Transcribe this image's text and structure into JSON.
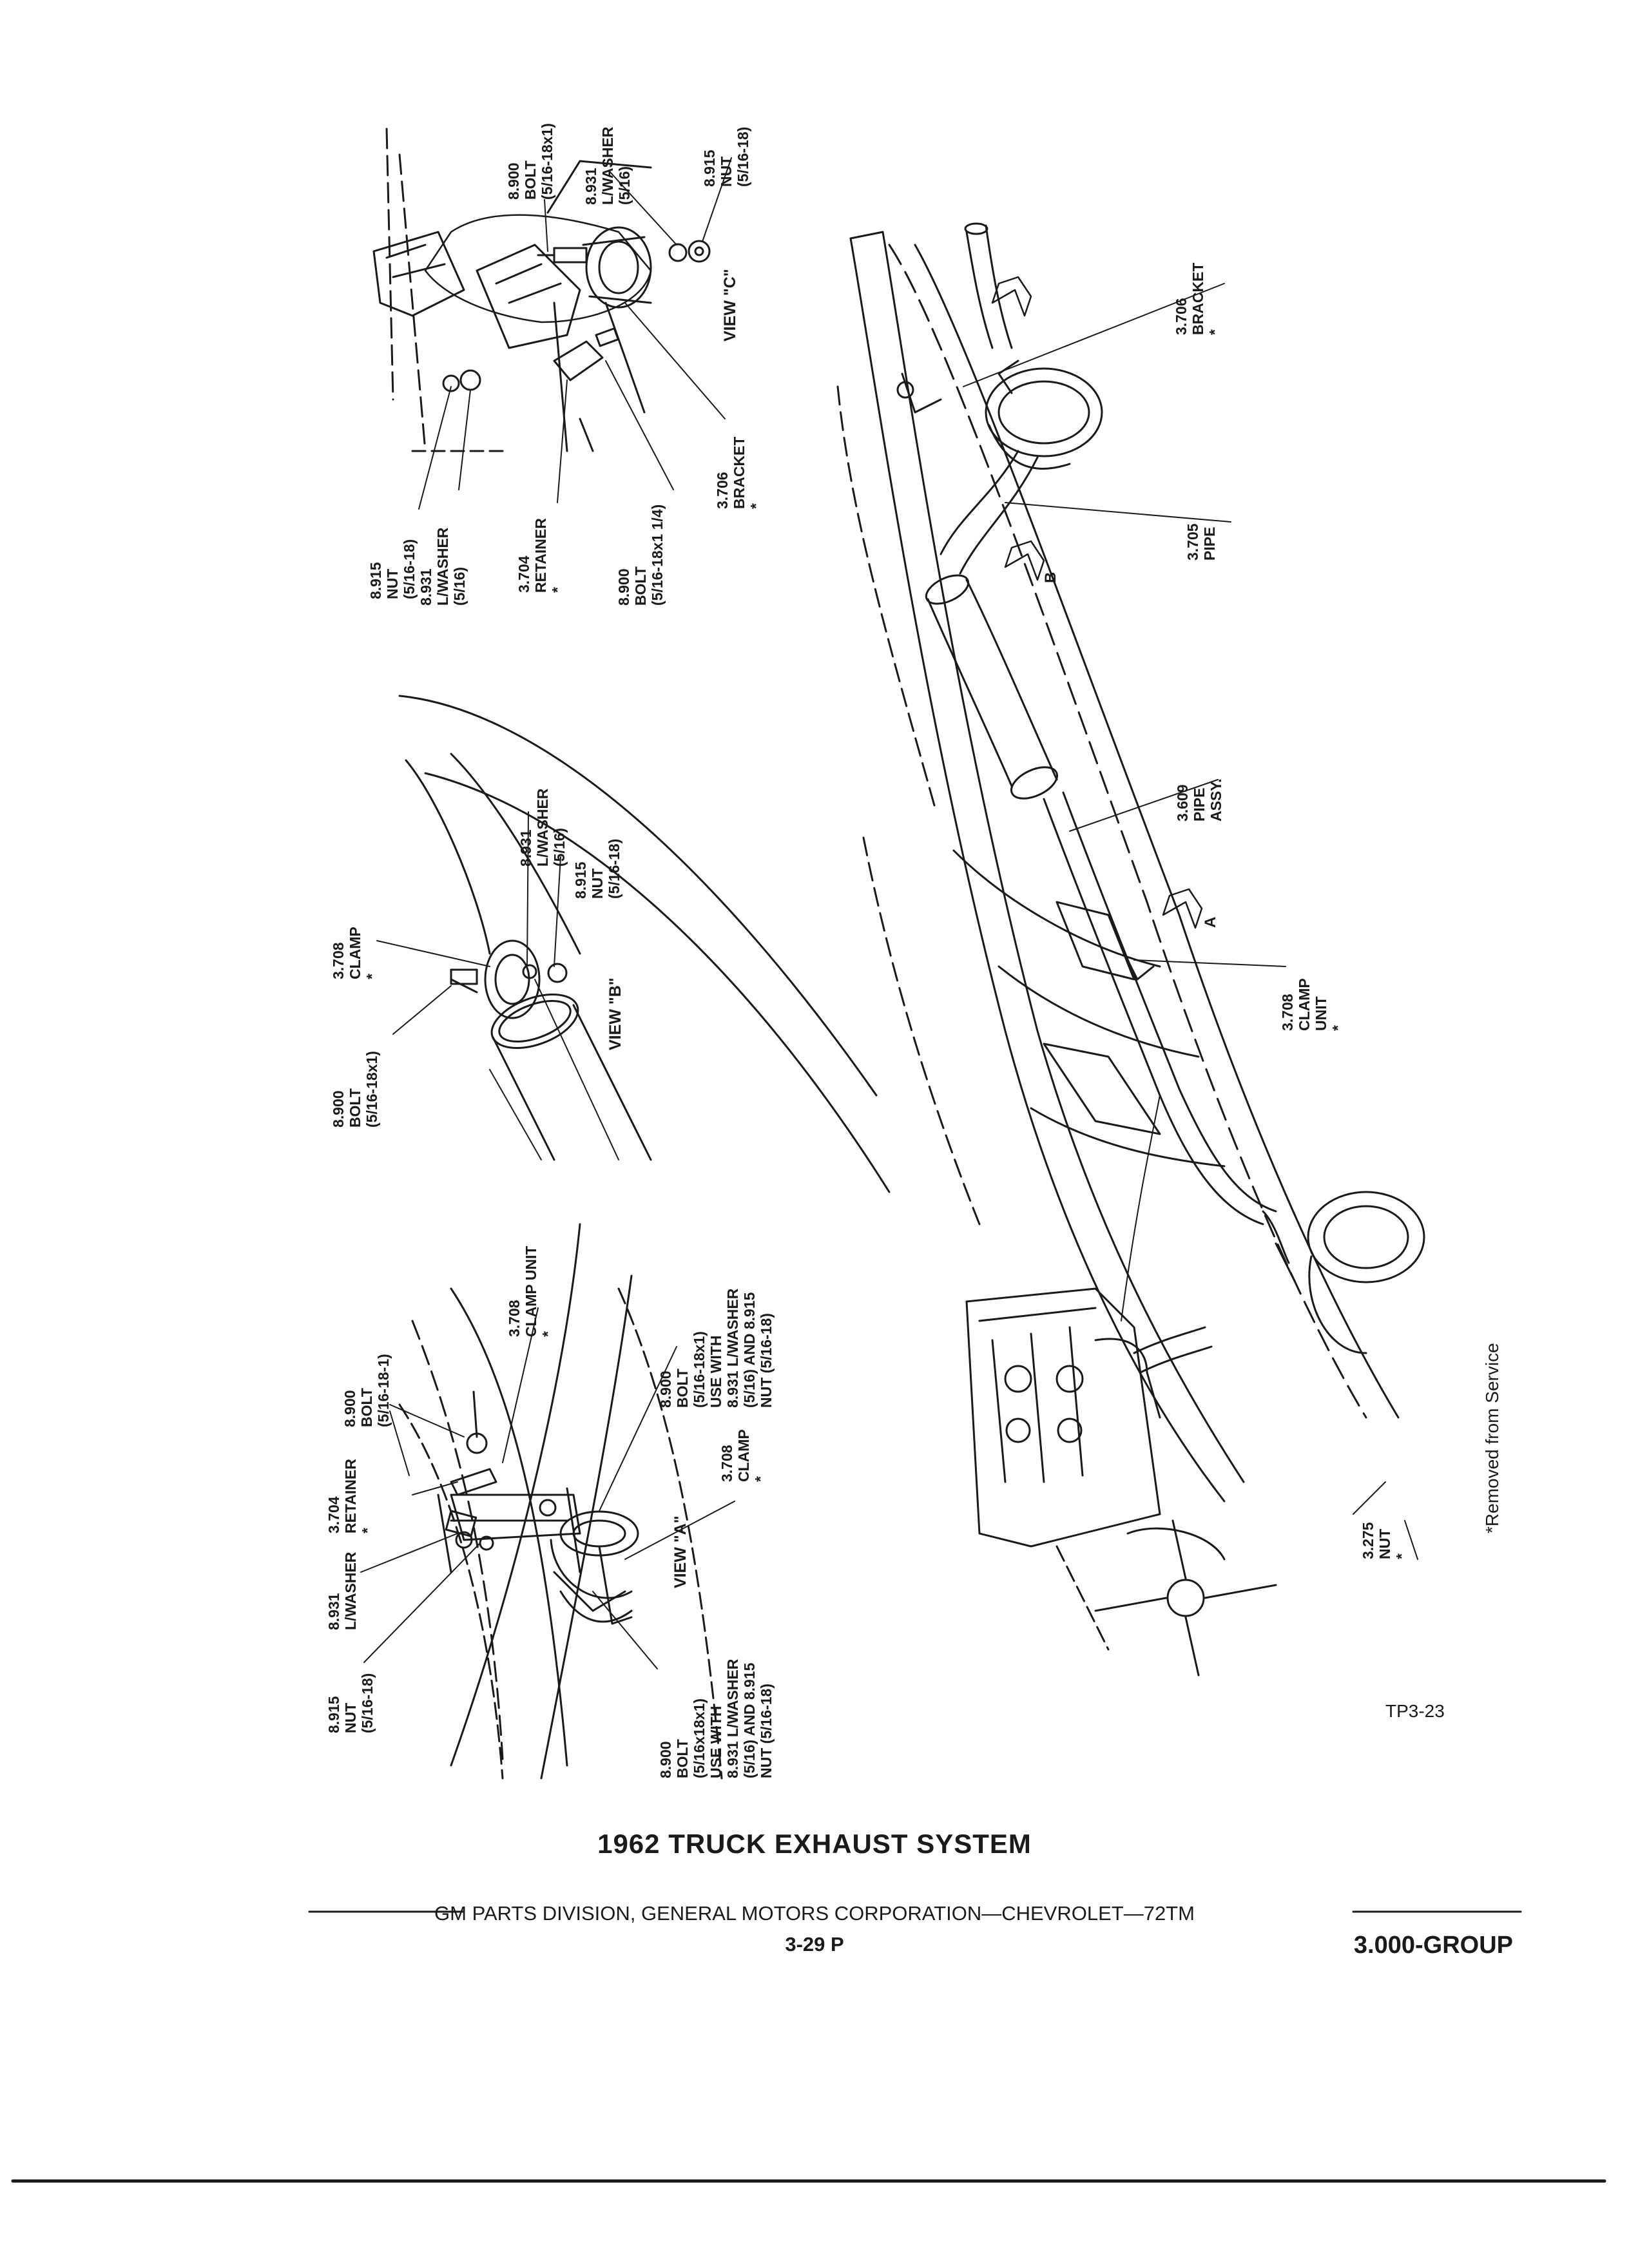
{
  "page": {
    "title": "1962 TRUCK EXHAUST SYSTEM",
    "footer_publisher": "GM PARTS DIVISION,  GENERAL MOTORS CORPORATION—CHEVROLET—72TM",
    "page_number": "3-29  P",
    "group": "3.000-GROUP",
    "figure_code": "TP3-23",
    "removed_note": "*Removed from Service"
  },
  "views": {
    "view_c": "VIEW \"C\"",
    "view_b": "VIEW \"B\"",
    "view_a": "VIEW \"A\""
  },
  "callouts": {
    "c_bolt_top": "8.900\nBOLT\n(5/16-18x1)",
    "c_lwasher_top": "8.931\nL/WASHER\n(5/16)",
    "c_nut_right": "8.915\nNUT\n(5/16-18)",
    "c_nut_left": "8.915\nNUT\n(5/16-18)",
    "c_lwasher_left": "8.931\nL/WASHER\n(5/16)",
    "c_retainer": "3.704\nRETAINER\n*",
    "c_bolt_lower": "8.900\nBOLT\n(5/16-18x1 1/4)",
    "c_bracket": "3.706\nBRACKET\n*",
    "b_lwasher": "8.931\nL/WASHER\n(5/16)",
    "b_nut": "8.915\nNUT\n(5/16-18)",
    "b_clamp": "3.708\nCLAMP\n*",
    "b_bolt": "8.900\nBOLT\n(5/16-18x1)",
    "a_clamp_unit": "3.708\nCLAMP UNIT\n*",
    "a_bolt_upper": "8.900\nBOLT\n(5/16-18-1)",
    "a_retainer": "3.704\nRETAINER\n*",
    "a_lwasher": "8.931\nL/WASHER",
    "a_nut": "8.915\nNUT\n(5/16-18)",
    "a_bolt_mid": "8.900\nBOLT\n(5/16-18x1)\nUSE WITH\n8.931 L/WASHER\n(5/16) AND 8.915\nNUT (5/16-18)",
    "a_clamp": "3.708\nCLAMP\n*",
    "a_bolt_lower": "8.900\nBOLT\n(5/16x18x1)\nUSE WITH\n8.931 L/WASHER\n(5/16) AND 8.915\nNUT (5/16-18)",
    "m_bracket": "3.706\nBRACKET\n*",
    "m_pipe": "3.705\nPIPE",
    "m_pipe_assy": "3.609\nPIPE\nASSY.",
    "m_clamp_unit": "3.708\nCLAMP\nUNIT\n*",
    "m_nut": "3.275\nNUT\n*"
  },
  "arrows": {
    "view_b_marker": "B",
    "view_a_marker": "A"
  }
}
